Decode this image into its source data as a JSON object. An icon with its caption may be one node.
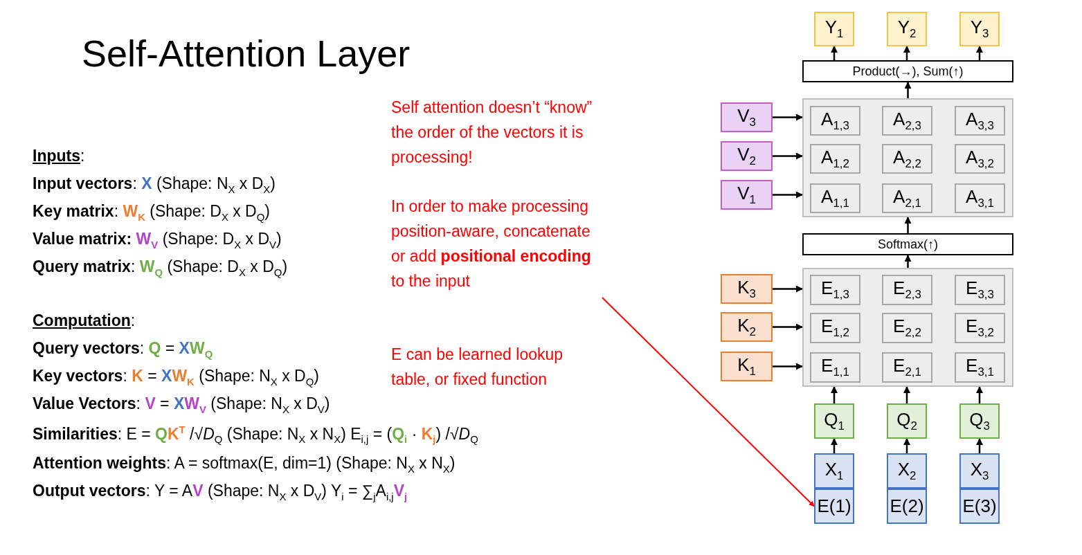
{
  "diagram": {
    "title": "Self-Attention Layer",
    "nodes": [
      {
        "text": [
          "Y$_{1}$"
        ]
      },
      {
        "text": [
          "Y$_{2}$"
        ]
      },
      {
        "text": [
          "Y$_{3}$"
        ]
      },
      {
        "text": [
          "Product(→), Sum(↑)"
        ]
      },
      {
        "text": [
          "V$_{3}$"
        ]
      },
      {
        "text": [
          "V$_{2}$"
        ]
      },
      {
        "text": [
          "V$_{1}$"
        ]
      },
      {
        "text": [],
        "shape": "box"
      },
      {
        "text": [
          "A$_{1,3}$"
        ],
        "in": 7
      },
      {
        "text": [
          "A$_{2,3}$"
        ],
        "in": 7
      },
      {
        "text": [
          "A$_{3,3}$"
        ],
        "in": 7
      },
      {
        "text": [
          "A$_{1,2}$"
        ],
        "in": 7
      },
      {
        "text": [
          "A$_{2,2}$"
        ],
        "in": 7
      },
      {
        "text": [
          "A$_{3,2}$"
        ],
        "in": 7
      },
      {
        "text": [
          "A$_{1,1}$"
        ],
        "in": 7
      },
      {
        "text": [
          "A$_{2,1}$"
        ],
        "in": 7
      },
      {
        "text": [
          "A$_{3,1}$"
        ],
        "in": 7
      },
      {
        "text": [
          "Softmax(↑)"
        ]
      },
      {
        "text": [
          "K$_{3}$"
        ]
      },
      {
        "text": [
          "K$_{2}$"
        ]
      },
      {
        "text": [
          "K$_{1}$"
        ]
      },
      {
        "text": [],
        "shape": "box"
      },
      {
        "text": [
          "E$_{1,3}$"
        ],
        "in": 21
      },
      {
        "text": [
          "E$_{2,3}$"
        ],
        "in": 21
      },
      {
        "text": [
          "E$_{3,3}$"
        ],
        "in": 21
      },
      {
        "text": [
          "E$_{1,2}$"
        ],
        "in": 21
      },
      {
        "text": [
          "E$_{2,2}$"
        ],
        "in": 21
      },
      {
        "text": [
          "E$_{3,2}$"
        ],
        "in": 21
      },
      {
        "text": [
          "E$_{1,1}$"
        ],
        "in": 21
      },
      {
        "text": [
          "E$_{2,1}$"
        ],
        "in": 21
      },
      {
        "text": [
          "E$_{3,1}$"
        ],
        "in": 21
      },
      {
        "text": [
          "Q$_{1}$"
        ]
      },
      {
        "text": [
          "Q$_{2}$"
        ]
      },
      {
        "text": [
          "Q$_{3}$"
        ]
      },
      {
        "text": [
          "X$_{1}$"
        ]
      },
      {
        "text": [
          "X$_{2}$"
        ]
      },
      {
        "text": [
          "X$_{3}$"
        ]
      },
      {
        "text": [
          "E(1)"
        ]
      },
      {
        "text": [
          "E(2)"
        ]
      },
      {
        "text": [
          "E(3)"
        ]
      },
      {
        "text": [
          "In order to make processing position-aware, concatenate or add **positional encoding** to the input"
        ]
      }
    ],
    "edges": [
      {
        "from": 3,
        "to": 0,
        "arrow": "to"
      },
      {
        "from": 3,
        "to": 1,
        "arrow": "to"
      },
      {
        "from": 3,
        "to": 2,
        "arrow": "to"
      },
      {
        "from": 7,
        "to": 3,
        "arrow": "to"
      },
      {
        "from": 4,
        "to": 7,
        "arrow": "to"
      },
      {
        "from": 5,
        "to": 7,
        "arrow": "to"
      },
      {
        "from": 6,
        "to": 7,
        "arrow": "to"
      },
      {
        "from": 17,
        "to": 7,
        "arrow": "to"
      },
      {
        "from": 21,
        "to": 17,
        "arrow": "to"
      },
      {
        "from": 18,
        "to": 21,
        "arrow": "to"
      },
      {
        "from": 19,
        "to": 21,
        "arrow": "to"
      },
      {
        "from": 20,
        "to": 21,
        "arrow": "to"
      },
      {
        "from": 31,
        "to": 21,
        "arrow": "to"
      },
      {
        "from": 32,
        "to": 21,
        "arrow": "to"
      },
      {
        "from": 33,
        "to": 21,
        "arrow": "to"
      },
      {
        "from": 34,
        "to": 31,
        "arrow": "to"
      },
      {
        "from": 35,
        "to": 32,
        "arrow": "to"
      },
      {
        "from": 36,
        "to": 33,
        "arrow": "to"
      },
      {
        "from": 40,
        "to": 37,
        "arrow": "to",
        "color": "#ff0000"
      }
    ],
    "labels": [
      "**Inputs**:",
      "**Input vectors**: **X** (Shape: N$_{X}$ x D$_{X}$)",
      "**Key matrix**: **W**$_{K}$ (Shape: D$_{X}$ x D$_{Q}$)",
      "**Value matrix:** **W**$_{V}$ (Shape: D$_{X}$ x D$_{V}$)",
      "**Query matrix**: **W**$_{Q}$ (Shape: D$_{X}$ x D$_{Q}$)",
      "**Computation**:",
      "**Query vectors**: **Q** = **X****W**$_{Q}$",
      "**Key vectors**: **K** = **X****W**$_{K}$ (Shape: N$_{X}$ x D$_{Q}$)",
      "**Value Vectors**: **V** = **X****W**$_{V}$ (Shape: N$_{X}$ x D$_{V}$)",
      "**Similarities**: E = **Q****K**$^{T}$ /√*D*$_{Q}$ (Shape: N$_{X}$ x N$_{X}$) E$_{i,j}$ = (**Q**$_{i}$ · **K**$_{j}$) /√*D*$_{Q}$",
      "**Attention weights**: A = softmax(E, dim=1) (Shape: N$_{X}$ x N$_{X}$)",
      "**Output vectors**: Y = A**V** (Shape: N$_{X}$ x D$_{V}$) Y$_{i}$ = ∑$_{j}$A$_{i,j}$**V**$_{j}$",
      "Self attention doesn’t “know” the order of the vectors it is processing!",
      "E can be learned lookup table, or fixed function"
    ]
  }
}
